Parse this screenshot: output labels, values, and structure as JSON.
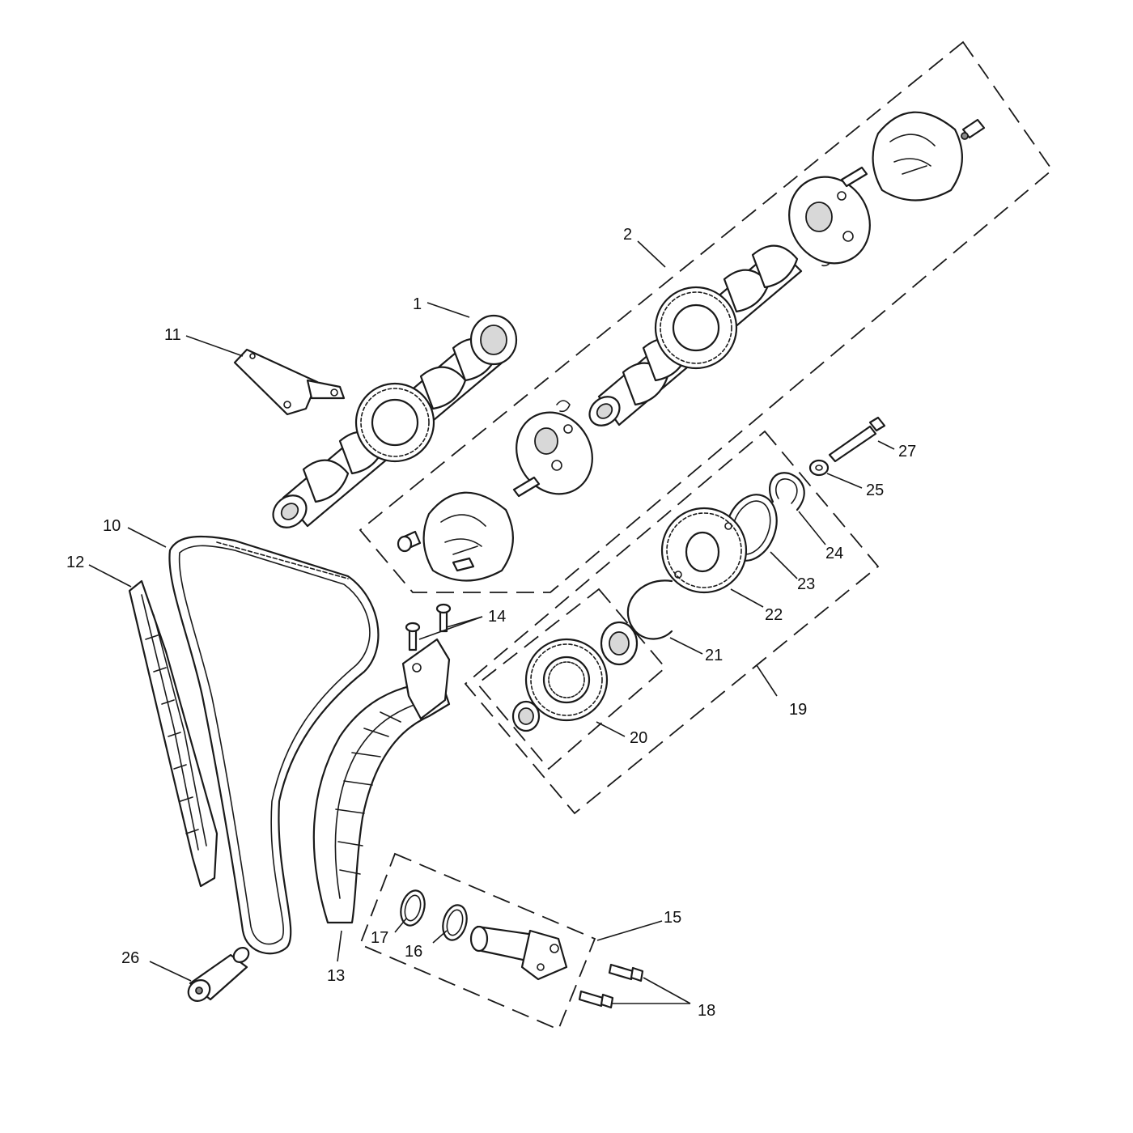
{
  "callouts": {
    "c1": "1",
    "c2": "2",
    "c10": "10",
    "c11": "11",
    "c12": "12",
    "c13": "13",
    "c14": "14",
    "c15": "15",
    "c16": "16",
    "c17": "17",
    "c18": "18",
    "c19": "19",
    "c20": "20",
    "c21": "21",
    "c22": "22",
    "c23": "23",
    "c24": "24",
    "c25": "25",
    "c26": "26",
    "c27": "27"
  }
}
